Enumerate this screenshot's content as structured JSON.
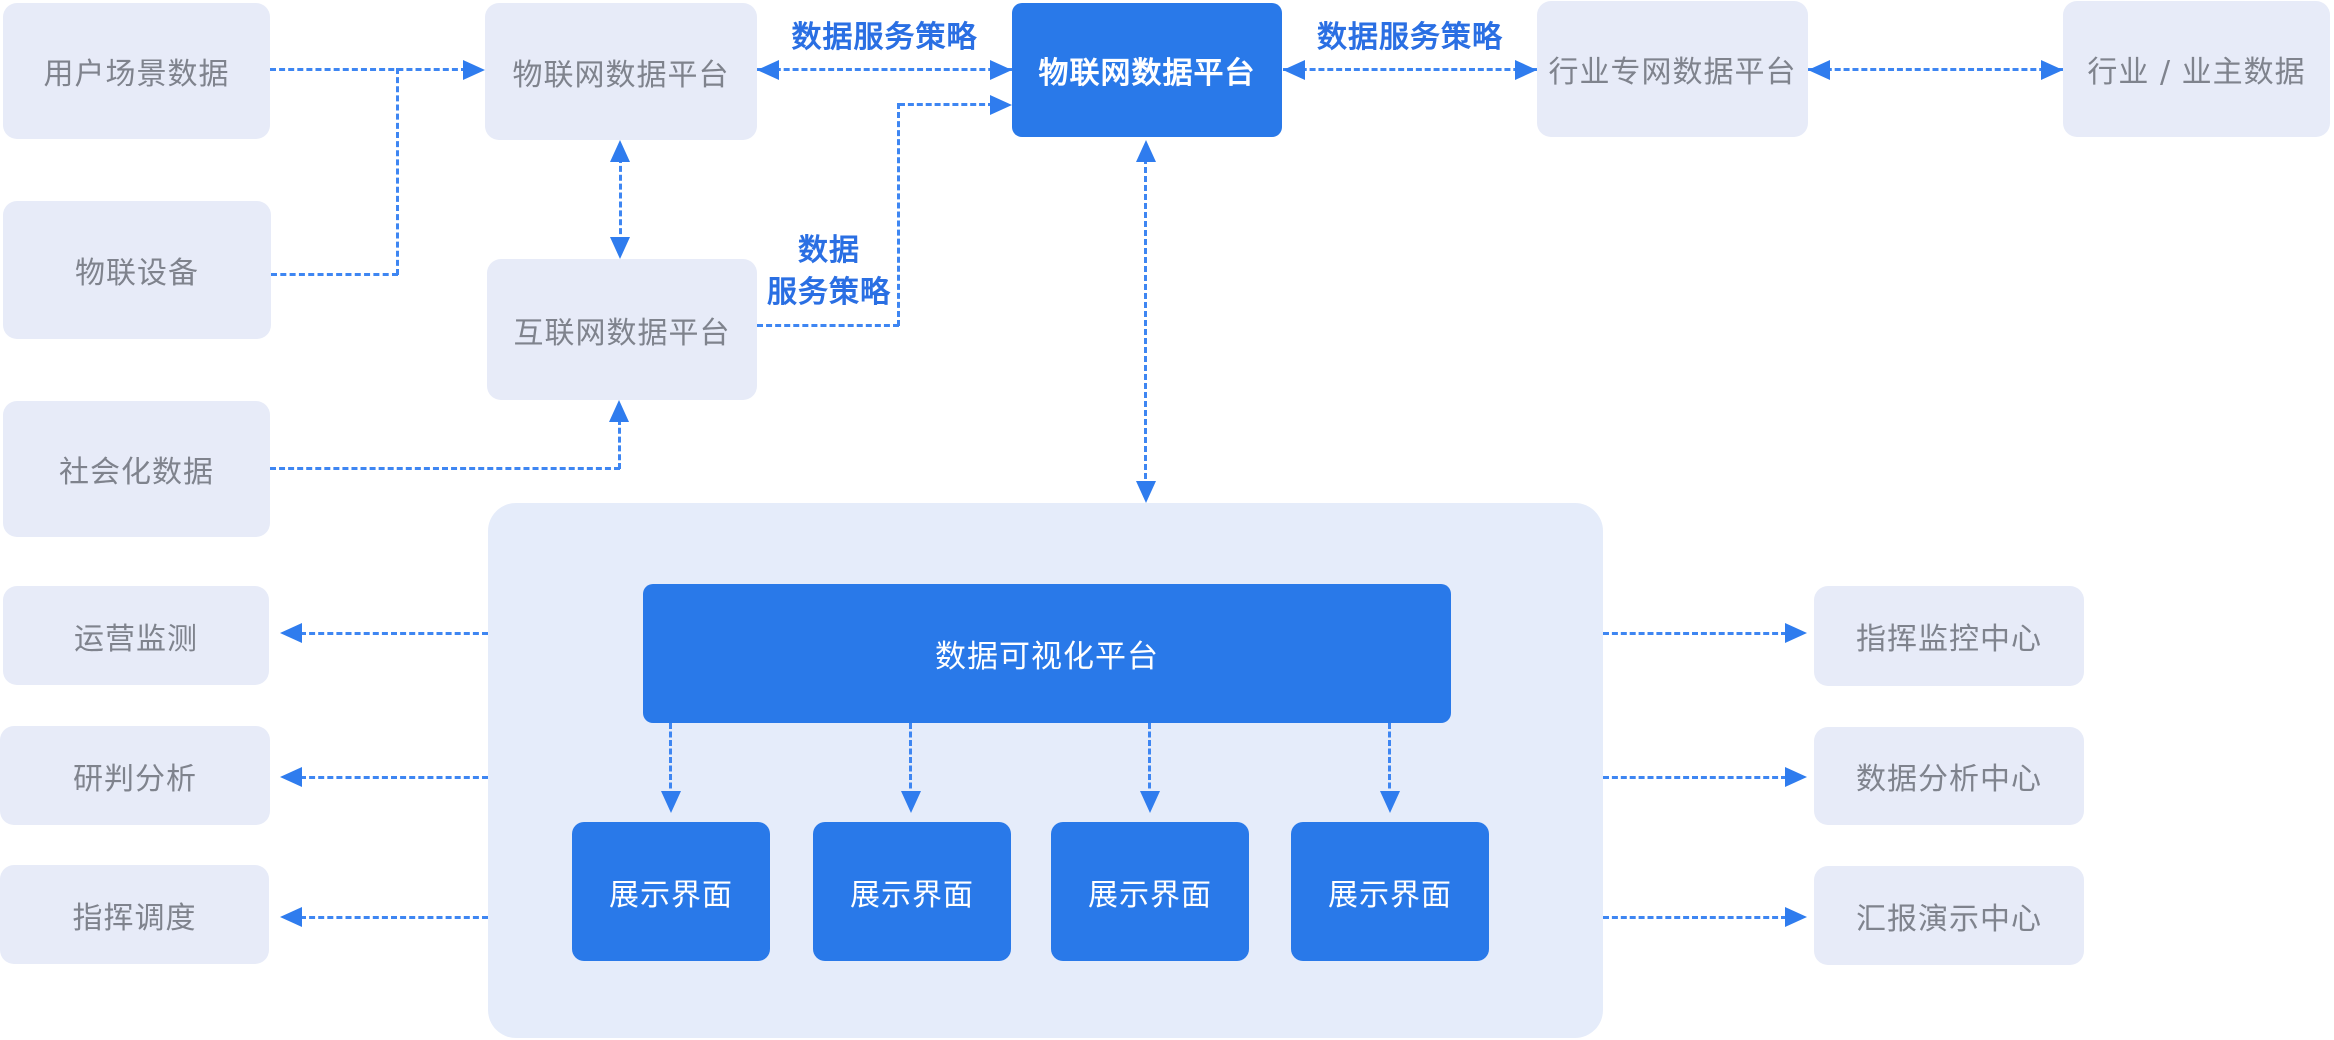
{
  "diagram_title": "",
  "colors": {
    "node_blue": "#2979E9",
    "node_light": "#E7EBF8",
    "container_bg": "#E5ECFA",
    "arrow_blue": "#3E86F2",
    "label_blue": "#2A6FE3",
    "gray_text": "#7F838D",
    "white_text": "#FFFFFF"
  },
  "left_column": {
    "user_scene": "用户场景数据",
    "iot_device": "物联设备",
    "social_data": "社会化数据",
    "op_monitor": "运营监测",
    "analysis": "研判分析",
    "dispatch": "指挥调度"
  },
  "middle_column": {
    "iot_platform": "物联网数据平台",
    "internet_platform": "互联网数据平台"
  },
  "center": {
    "iot_data_platform": "物联网数据平台"
  },
  "right_top": {
    "industry_platform": "行业专网数据平台",
    "industry_owner": "行业 / 业主数据"
  },
  "container": {
    "viz_platform": "数据可视化平台",
    "display_panels": [
      "展示界面",
      "展示界面",
      "展示界面",
      "展示界面"
    ]
  },
  "right_column": {
    "cmd_center": "指挥监控中心",
    "data_center": "数据分析中心",
    "report_center": "汇报演示中心"
  },
  "arrow_labels": {
    "policy_left": "数据服务策略",
    "policy_right": "数据服务策略",
    "policy_mid_line1": "数据",
    "policy_mid_line2": "服务策略"
  }
}
